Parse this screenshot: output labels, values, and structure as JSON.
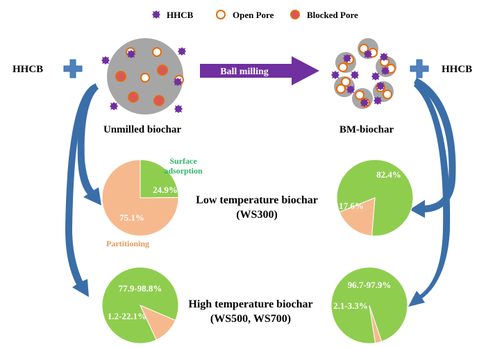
{
  "legend": {
    "hhcb": "HHCB",
    "open_pore": "Open Pore",
    "blocked_pore": "Blocked Pore"
  },
  "top": {
    "hhcb_left": "HHCB",
    "hhcb_right": "HHCB",
    "arrow_label": "Ball milling",
    "unmilled_label": "Unmilled biochar",
    "bm_label": "BM-biochar"
  },
  "rows": {
    "low_title": "Low temperature biochar",
    "low_sub": "(WS300)",
    "high_title": "High temperature biochar",
    "high_sub": "(WS500, WS700)"
  },
  "pie_labels": {
    "surface_1": "Surface",
    "surface_2": "adsorption",
    "partitioning": "Partitioning"
  },
  "colors": {
    "green": "#8fcd4f",
    "peach": "#f6b98d",
    "purple": "#7030a0",
    "blue": "#3a6ea8",
    "gray": "#a6a6a6",
    "orange": "#e46c0a",
    "blocked_fill": "#d9585b",
    "green_text": "#2fb56a",
    "orange_text": "#e29a58"
  },
  "chart_data": [
    {
      "type": "pie",
      "title": "Unmilled low temperature biochar (WS300)",
      "slices": [
        {
          "name": "Surface adsorption",
          "value": 24.9,
          "label": "24.9%"
        },
        {
          "name": "Partitioning",
          "value": 75.1,
          "label": "75.1%"
        }
      ]
    },
    {
      "type": "pie",
      "title": "BM low temperature biochar (WS300)",
      "slices": [
        {
          "name": "Surface adsorption",
          "value": 82.4,
          "label": "82.4%"
        },
        {
          "name": "Partitioning",
          "value": 17.6,
          "label": "17.6%"
        }
      ]
    },
    {
      "type": "pie",
      "title": "Unmilled high temperature biochar (WS500, WS700)",
      "slices": [
        {
          "name": "Surface adsorption",
          "value": [
            77.9,
            98.8
          ],
          "label": "77.9-98.8%"
        },
        {
          "name": "Partitioning",
          "value": [
            1.2,
            22.1
          ],
          "label": "1.2-22.1%"
        }
      ]
    },
    {
      "type": "pie",
      "title": "BM high temperature biochar (WS500, WS700)",
      "slices": [
        {
          "name": "Surface adsorption",
          "value": [
            96.7,
            97.9
          ],
          "label": "96.7-97.9%"
        },
        {
          "name": "Partitioning",
          "value": [
            2.1,
            3.3
          ],
          "label": "2.1-3.3%"
        }
      ]
    }
  ]
}
